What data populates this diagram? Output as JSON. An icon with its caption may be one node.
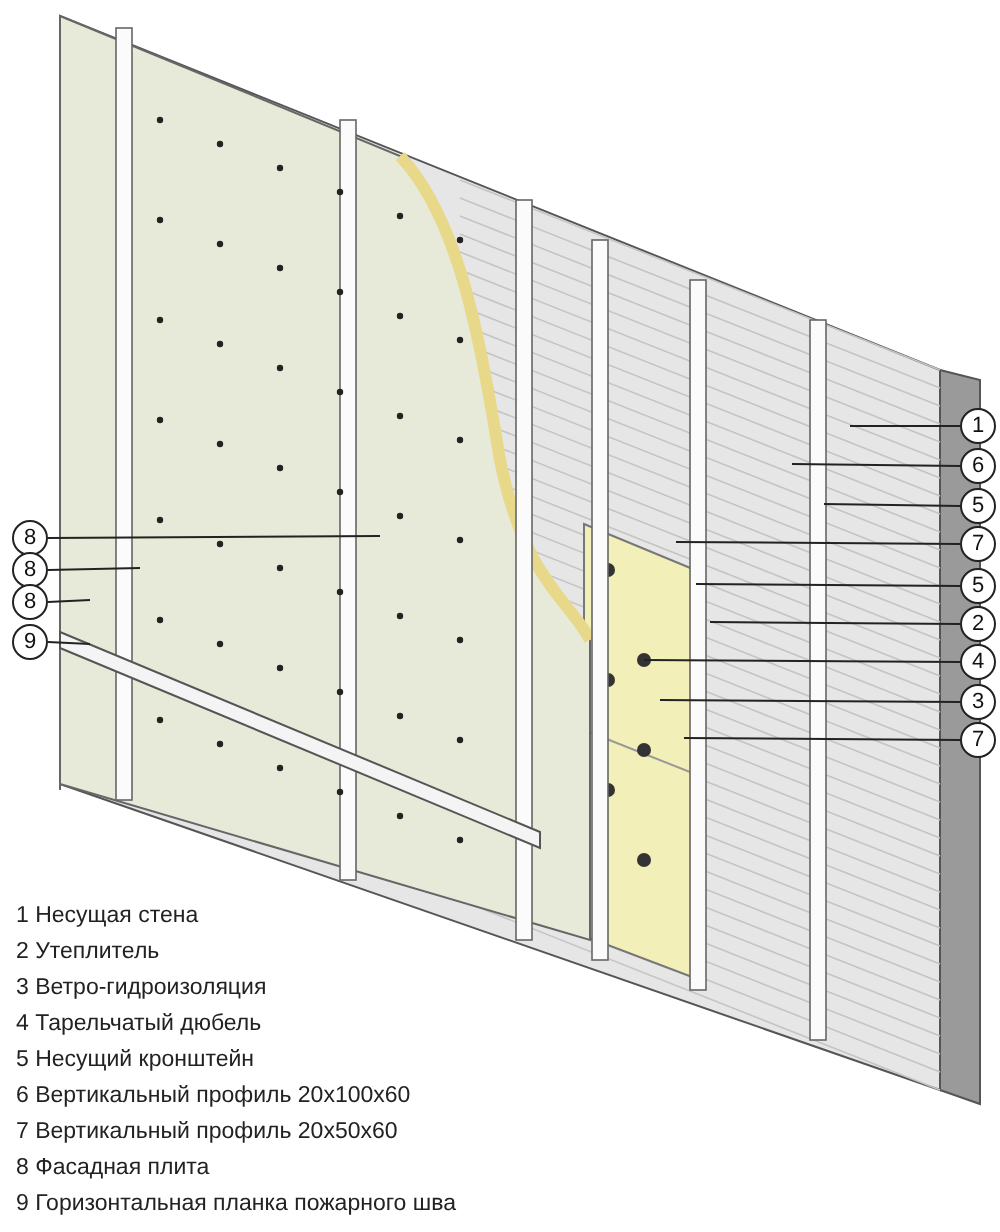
{
  "diagram": {
    "nodes": [
      {
        "text": [
          "1"
        ]
      },
      {
        "text": [
          "6"
        ]
      },
      {
        "text": [
          "5"
        ]
      },
      {
        "text": [
          "7"
        ]
      },
      {
        "text": [
          "5"
        ]
      },
      {
        "text": [
          "2"
        ]
      },
      {
        "text": [
          "4"
        ]
      },
      {
        "text": [
          "3"
        ]
      },
      {
        "text": [
          "7"
        ]
      },
      {
        "text": [
          "8"
        ]
      },
      {
        "text": [
          "8"
        ]
      },
      {
        "text": [
          "8"
        ]
      },
      {
        "text": [
          "9"
        ]
      }
    ],
    "edges": [
      {
        "from": 0,
        "to": null,
        "arrow": "none"
      },
      {
        "from": 1,
        "to": null,
        "arrow": "none"
      },
      {
        "from": 2,
        "to": null,
        "arrow": "none"
      },
      {
        "from": 3,
        "to": null,
        "arrow": "none"
      },
      {
        "from": 4,
        "to": null,
        "arrow": "none"
      },
      {
        "from": 5,
        "to": null,
        "arrow": "none"
      },
      {
        "from": 6,
        "to": null,
        "arrow": "none"
      },
      {
        "from": 7,
        "to": null,
        "arrow": "none"
      },
      {
        "from": 8,
        "to": null,
        "arrow": "none"
      },
      {
        "from": 9,
        "to": null,
        "arrow": "none"
      },
      {
        "from": 10,
        "to": null,
        "arrow": "none"
      },
      {
        "from": 11,
        "to": null,
        "arrow": "none"
      },
      {
        "from": 12,
        "to": null,
        "arrow": "none"
      }
    ],
    "labels": [
      "1 Несущая стена",
      "2 Утеплитель",
      "3 Ветро-гидроизоляция",
      "4 Тарельчатый дюбель",
      "5 Несущий кронштейн",
      "6 Вертикальный профиль 20х100х60",
      "7 Вертикальный профиль 20х50х60",
      "8 Фасадная плита",
      "9 Горизонтальная планка пожарного шва"
    ]
  }
}
